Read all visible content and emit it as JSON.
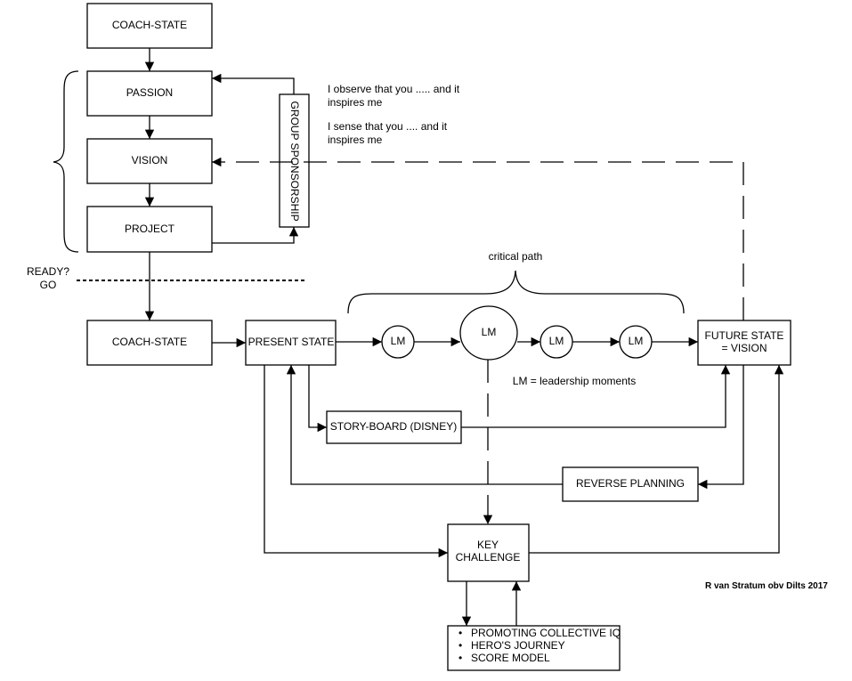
{
  "nodes": {
    "coach_state_top": "COACH-STATE",
    "passion": "PASSION",
    "vision": "VISION",
    "project": "PROJECT",
    "group_sponsorship": "GROUP SPONSORSHIP",
    "coach_state_bottom": "COACH-STATE",
    "present_state": "PRESENT STATE",
    "lm1": "LM",
    "lm2": "LM",
    "lm3": "LM",
    "lm4": "LM",
    "future_state_line1": "FUTURE STATE",
    "future_state_line2": "= VISION",
    "storyboard": "STORY-BOARD (DISNEY)",
    "reverse_planning": "REVERSE PLANNING",
    "key_challenge_line1": "KEY",
    "key_challenge_line2": "CHALLENGE",
    "models": [
      "PROMOTING COLLECTIVE IQ",
      "HERO'S JOURNEY",
      "SCORE MODEL"
    ]
  },
  "notes": {
    "observe_line1": "I observe that you ..... and it",
    "observe_line2": "inspires me",
    "sense_line1": "I sense that you .... and it",
    "sense_line2": "inspires me",
    "ready": "READY?",
    "go": "GO",
    "critical_path": "critical path",
    "lm_legend": "LM = leadership moments",
    "credit": "R van Stratum obv Dilts 2017"
  }
}
